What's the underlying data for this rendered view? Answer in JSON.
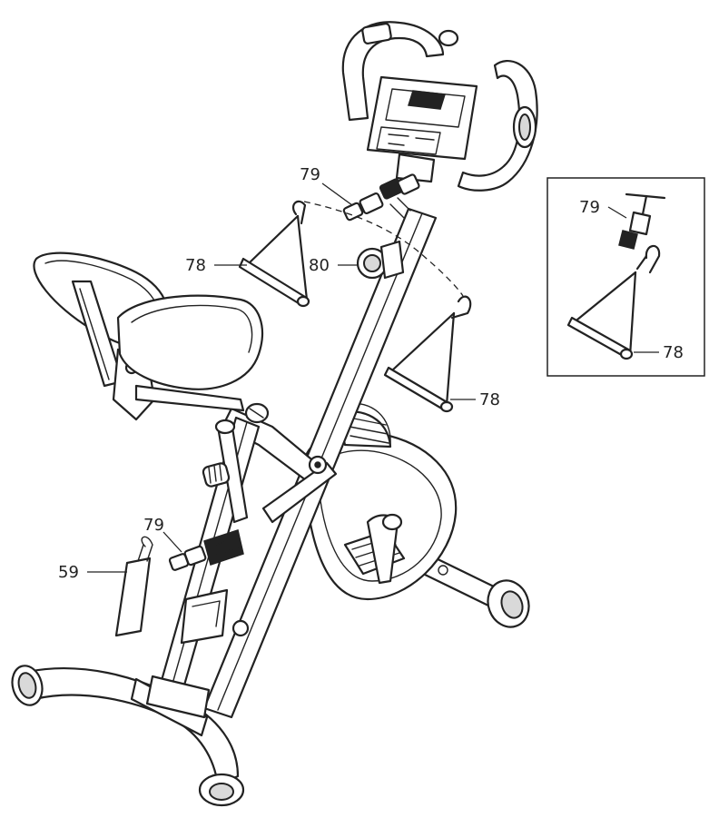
{
  "callouts": [
    {
      "id": "c79-top",
      "label": "79"
    },
    {
      "id": "c78-left",
      "label": "78"
    },
    {
      "id": "c80",
      "label": "80"
    },
    {
      "id": "c78-right",
      "label": "78"
    },
    {
      "id": "c79-bottom",
      "label": "79"
    },
    {
      "id": "c59",
      "label": "59"
    }
  ],
  "inset": {
    "callouts": [
      {
        "id": "i79",
        "label": "79"
      },
      {
        "id": "i78",
        "label": "78"
      }
    ]
  }
}
